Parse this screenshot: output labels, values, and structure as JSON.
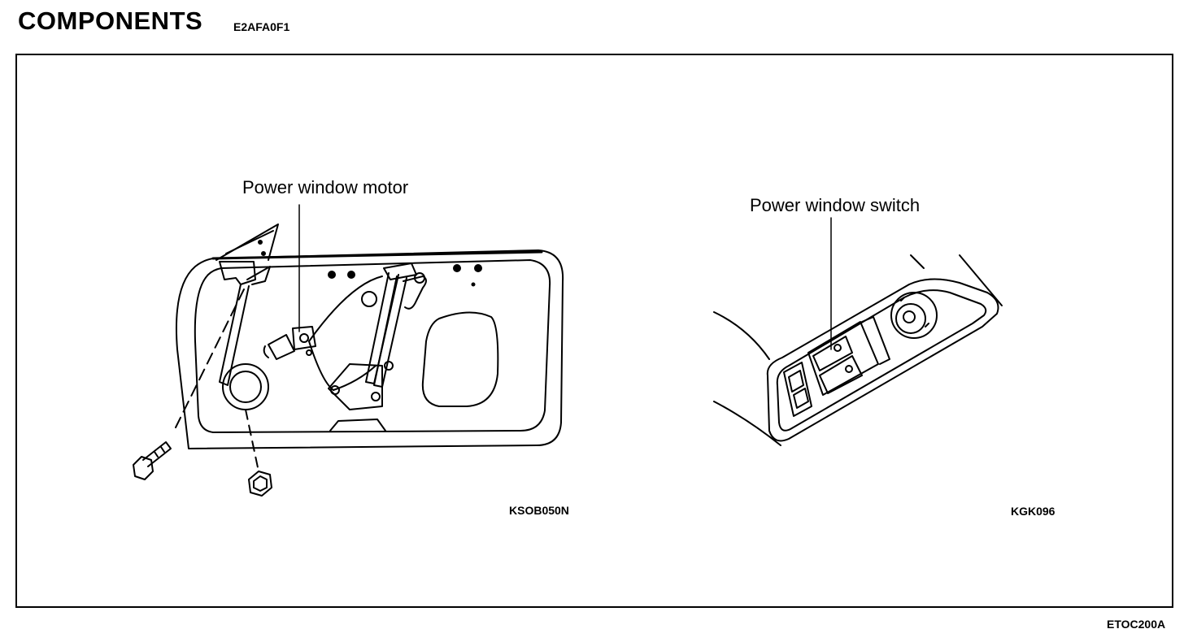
{
  "header": {
    "title": "COMPONENTS",
    "code": "E2AFA0F1"
  },
  "left_figure": {
    "callout": "Power window motor",
    "ref_code": "KSOB050N"
  },
  "right_figure": {
    "callout": "Power window switch",
    "ref_code": "KGK096"
  },
  "footer": {
    "ref_code": "ETOC200A"
  }
}
